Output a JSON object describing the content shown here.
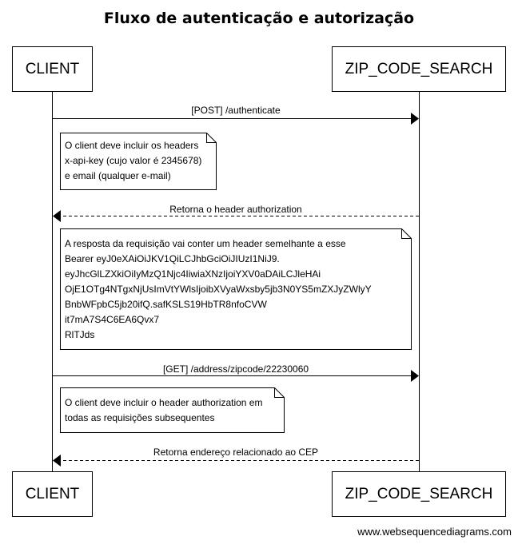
{
  "title": "Fluxo de autenticação e autorização",
  "participants": {
    "client": "CLIENT",
    "zip": "ZIP_CODE_SEARCH"
  },
  "messages": [
    "[POST] /authenticate",
    "Retorna o header authorization",
    "[GET] /address/zipcode/22230060",
    "Retorna endereço relacionado ao CEP"
  ],
  "notes": [
    "O client deve incluir os headers\nx-api-key (cujo valor é 2345678)\ne email (qualquer e-mail)",
    "A resposta da requisição vai conter um header semelhante a esse\nBearer eyJ0eXAiOiJKV1QiLCJhbGciOiJIUzI1NiJ9.\neyJhcGlLZXkiOiIyMzQ1Njc4IiwiaXNzIjoiYXV0aDAiLCJleHAi\nOjE1OTg4NTgxNjUsImVtYWlsIjoibXVyaWxsby5jb3N0YS5mZXJyZWlyY\nBnbWFpbC5jb20ifQ.safKSLS19HbTR8nfoCVW\nit7mA7S4C6EA6Qvx7\nRlTJds",
    "O client deve incluir o header authorization em\ntodas as requisições subsequentes"
  ],
  "footer": "www.websequencediagrams.com"
}
